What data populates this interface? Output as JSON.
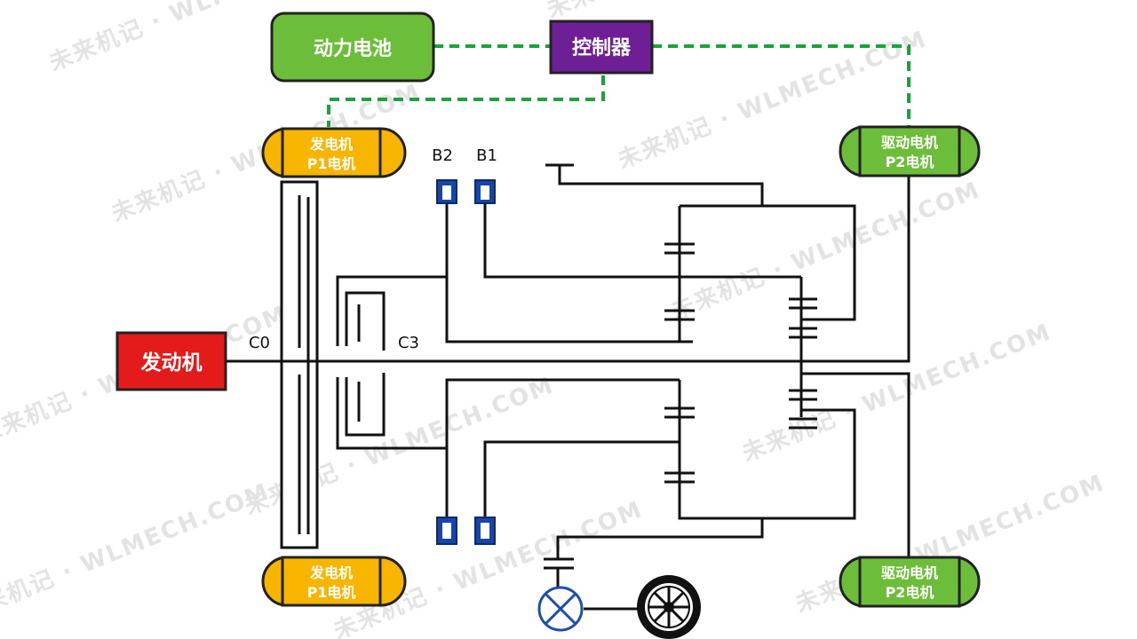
{
  "colors": {
    "battery": "#6cbd3a",
    "controller": "#6e1f96",
    "engine": "#e31b1b",
    "generator": "#f7b500",
    "drive_motor": "#6cbd3a",
    "brake": "#1746a8",
    "signal_line": "#19a33a",
    "shaft": "#111111",
    "watermark": "#e3e3e3"
  },
  "components": {
    "battery": "动力电池",
    "controller": "控制器",
    "engine": "发动机",
    "generator_top": [
      "发电机",
      "P1电机"
    ],
    "generator_bottom": [
      "发电机",
      "P1电机"
    ],
    "drive_motor_top": [
      "驱动电机",
      "P2电机"
    ],
    "drive_motor_bottom": [
      "驱动电机",
      "P2电机"
    ]
  },
  "labels": {
    "c0": "C0",
    "c3": "C3",
    "b2": "B2",
    "b1": "B1"
  },
  "icons": {
    "output_joint": "crossed-circle-icon",
    "wheel": "wheel-icon"
  },
  "watermark": "未来机记 · WLMECH.COM"
}
